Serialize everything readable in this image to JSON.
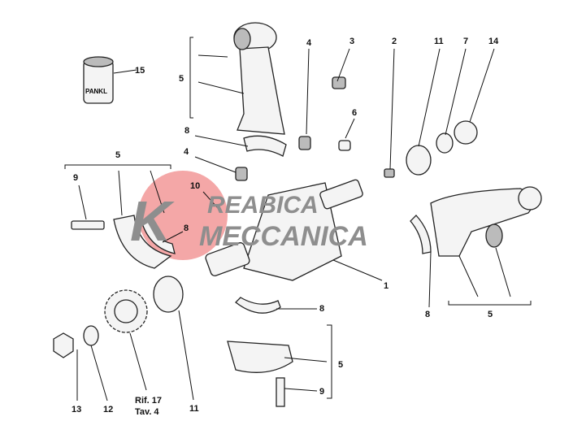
{
  "diagram": {
    "callouts": [
      "15",
      "5",
      "4",
      "3",
      "2",
      "11",
      "7",
      "14",
      "6",
      "8",
      "4",
      "5",
      "9",
      "10",
      "8",
      "1",
      "8",
      "8",
      "5",
      "5",
      "9",
      "13",
      "12",
      "11"
    ],
    "reference": {
      "line1": "Rif. 17",
      "line2": "Tav. 4"
    },
    "part_marking": "PANKL"
  },
  "watermark": {
    "letter": "K",
    "line1": "REABICA",
    "line2": "MECCANICA",
    "circle_color": "#f08a8a"
  }
}
